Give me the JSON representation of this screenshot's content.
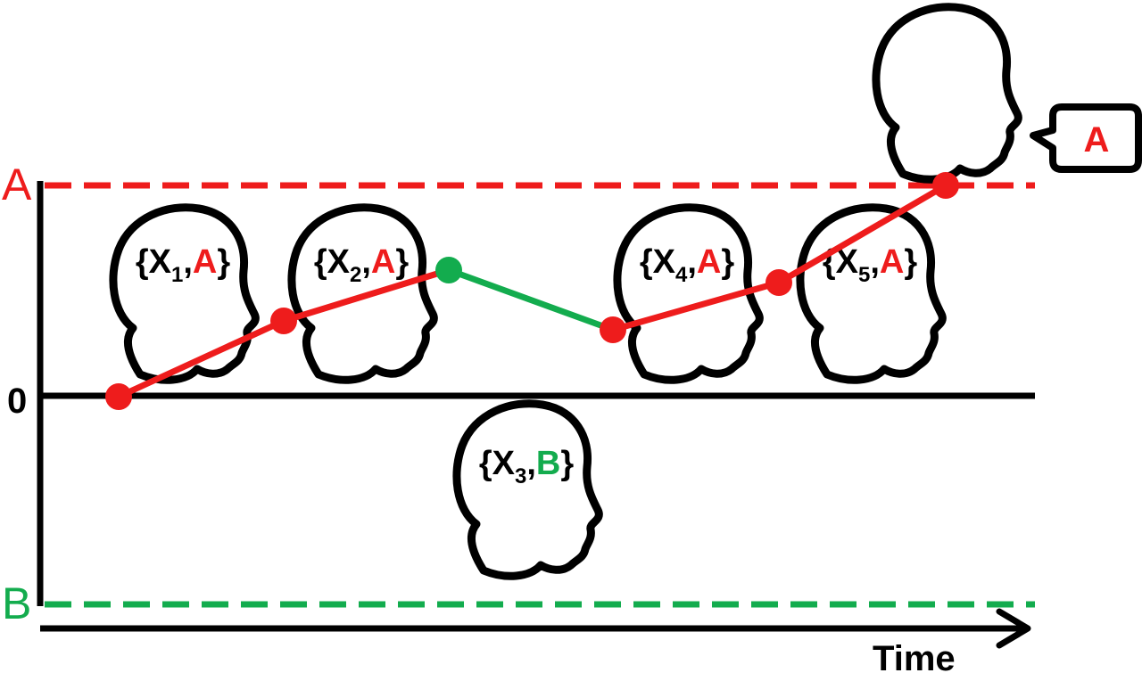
{
  "colors": {
    "boundary_a": "#ee1c1c",
    "boundary_b": "#13ac4e",
    "ink": "#000000"
  },
  "axis": {
    "label_a": "A",
    "label_zero": "0",
    "label_b": "B",
    "time_label": "Time"
  },
  "heads": [
    {
      "name": "head-1",
      "item": "X",
      "sub": "1",
      "choice": "A",
      "choice_color": "boundary_a"
    },
    {
      "name": "head-2",
      "item": "X",
      "sub": "2",
      "choice": "A",
      "choice_color": "boundary_a"
    },
    {
      "name": "head-3",
      "item": "X",
      "sub": "3",
      "choice": "B",
      "choice_color": "boundary_b"
    },
    {
      "name": "head-4",
      "item": "X",
      "sub": "4",
      "choice": "A",
      "choice_color": "boundary_a"
    },
    {
      "name": "head-5",
      "item": "X",
      "sub": "5",
      "choice": "A",
      "choice_color": "boundary_a"
    }
  ],
  "decision": {
    "bubble_text": "A"
  }
}
